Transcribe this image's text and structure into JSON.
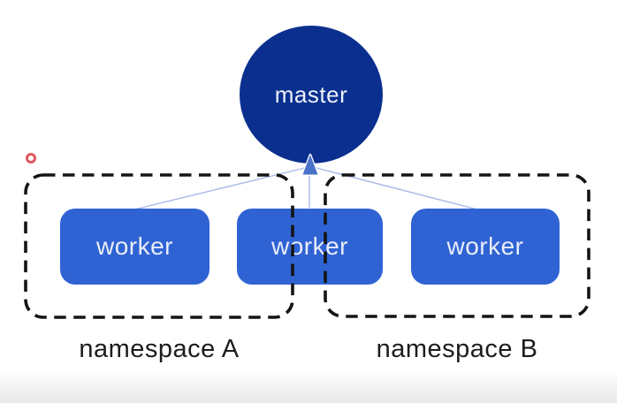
{
  "diagram": {
    "master": {
      "label": "master",
      "fill": "#0a2f8e",
      "text_color": "#edf1fa"
    },
    "workers": [
      {
        "label": "worker"
      },
      {
        "label": "worker"
      },
      {
        "label": "worker"
      }
    ],
    "worker_fill": "#2f63d4",
    "worker_text_color": "#e9edf8",
    "namespaces": [
      {
        "label": "namespace A"
      },
      {
        "label": "namespace B"
      }
    ],
    "styles": {
      "connector_color": "#a9b9e6",
      "arrow_fill": "#4a72c8",
      "arrow_outline": "#ffffff",
      "dashed_border_color": "#141414",
      "label_color": "#1c1c1c",
      "background": "#ffffff",
      "bottom_gradient_color": "#e9e9e9",
      "pointer_marker_color": "#dd5a5e"
    },
    "icons": [
      {
        "name": "arrow-up-icon"
      },
      {
        "name": "red-ring-pointer-icon"
      }
    ]
  }
}
